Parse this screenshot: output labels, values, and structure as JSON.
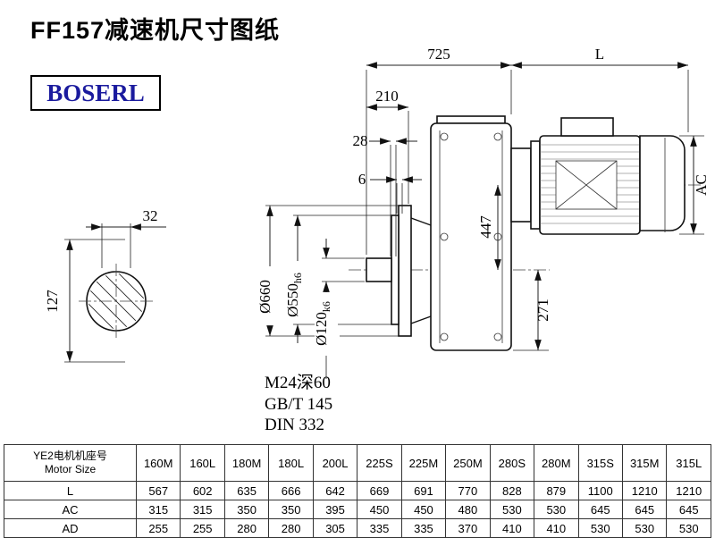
{
  "page": {
    "title": "FF157减速机尺寸图纸",
    "brand": "BOSERL"
  },
  "drawing": {
    "dim_725": "725",
    "dim_L": "L",
    "dim_210": "210",
    "dim_28": "28",
    "dim_6": "6",
    "dim_32": "32",
    "dim_127": "127",
    "dim_447": "447",
    "dim_271": "271",
    "dim_AC": "AC",
    "dia_660": "Ø660",
    "dia_550_main": "Ø550",
    "dia_550_tol": "h6",
    "dia_120_main": "Ø120",
    "dia_120_tol": "k6",
    "note_m24": "M24深60",
    "note_gbt": "GB/T 145",
    "note_din": "DIN 332"
  },
  "table": {
    "row_header_line1": "YE2电机机座号",
    "row_header_line2": "Motor Size",
    "columns": [
      "160M",
      "160L",
      "180M",
      "180L",
      "200L",
      "225S",
      "225M",
      "250M",
      "280S",
      "280M",
      "315S",
      "315M",
      "315L"
    ],
    "rows": [
      {
        "label": "L",
        "values": [
          "567",
          "602",
          "635",
          "666",
          "642",
          "669",
          "691",
          "770",
          "828",
          "879",
          "1100",
          "1210",
          "1210"
        ]
      },
      {
        "label": "AC",
        "values": [
          "315",
          "315",
          "350",
          "350",
          "395",
          "450",
          "450",
          "480",
          "530",
          "530",
          "645",
          "645",
          "645"
        ]
      },
      {
        "label": "AD",
        "values": [
          "255",
          "255",
          "280",
          "280",
          "305",
          "335",
          "335",
          "370",
          "410",
          "410",
          "530",
          "530",
          "530"
        ]
      }
    ]
  }
}
